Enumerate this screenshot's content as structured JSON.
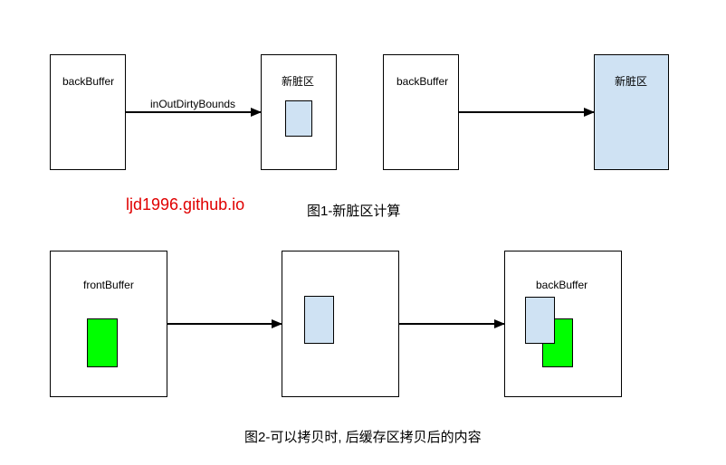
{
  "figure1": {
    "box_backbuffer_left_label": "backBuffer",
    "arrow_label": "inOutDirtyBounds",
    "box_new_dirty_label": "新脏区",
    "box_backbuffer_right_label": "backBuffer",
    "box_new_dirty_full_label": "新脏区",
    "caption": "图1-新脏区计算"
  },
  "watermark": "ljd1996.github.io",
  "figure2": {
    "box_frontbuffer_label": "frontBuffer",
    "box_backbuffer_label": "backBuffer",
    "caption": "图2-可以拷贝时, 后缓存区拷贝后的内容"
  },
  "colors": {
    "dirty_region": "#cfe2f3",
    "front_content": "#00ff00",
    "watermark": "#e00000"
  }
}
